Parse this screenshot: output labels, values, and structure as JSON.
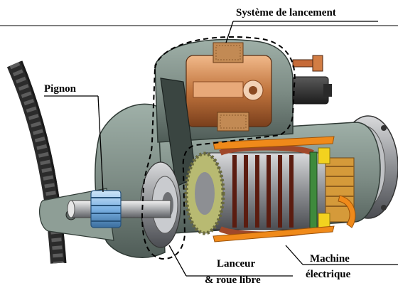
{
  "labels": {
    "systeme": "Système de lancement",
    "pignon": "Pignon",
    "lanceur_line1": "Lanceur",
    "lanceur_line2": "& roue libre",
    "machine_line1": "Machine",
    "machine_line2": "électrique"
  },
  "colors": {
    "housing": "#7d8c85",
    "housing_dark": "#4f5c57",
    "copper": "#c0743d",
    "copper_light": "#e19a62",
    "gear_ring": "#3a3a3a",
    "pinion": "#7bb1e3",
    "rotor_steel": "#8d8f93",
    "coil_orange": "#f08a1a",
    "yellow": "#f2d21f",
    "green_ring": "#3f8a3c",
    "callout": "#000000"
  }
}
